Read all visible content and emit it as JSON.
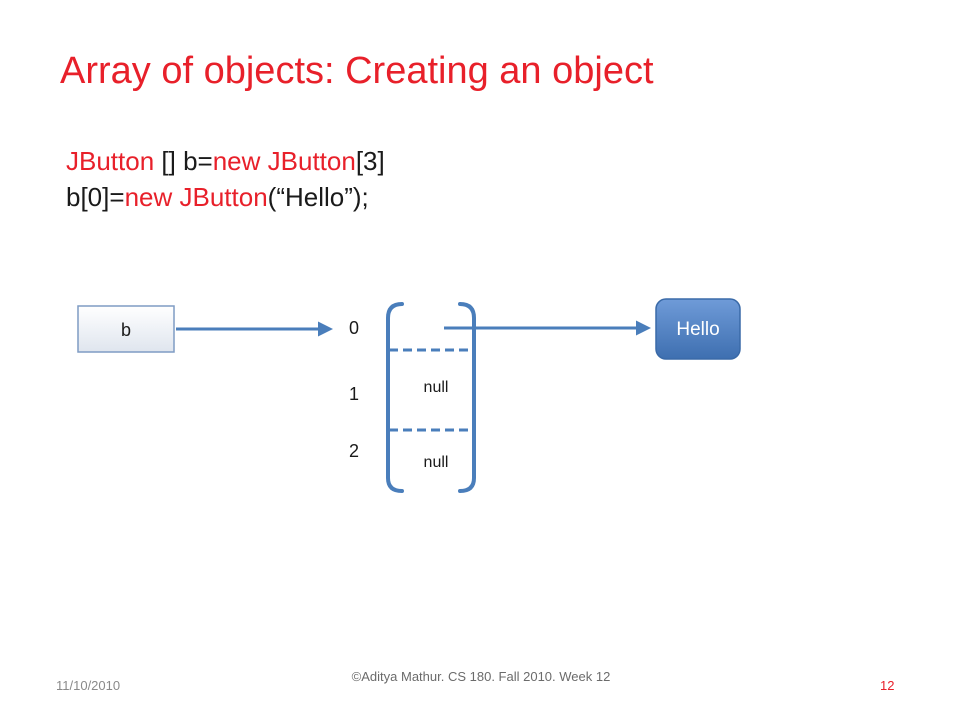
{
  "slide": {
    "title": "Array of objects: Creating an object",
    "code": {
      "line1": [
        {
          "text": "JButton",
          "kw": true
        },
        {
          "text": " [] b=",
          "kw": false
        },
        {
          "text": "new",
          "kw": true
        },
        {
          "text": " ",
          "kw": false
        },
        {
          "text": "JButton",
          "kw": true
        },
        {
          "text": "[3]",
          "kw": false
        }
      ],
      "line2": [
        {
          "text": "b[0]=",
          "kw": false
        },
        {
          "text": "new",
          "kw": true
        },
        {
          "text": " ",
          "kw": false
        },
        {
          "text": "JButton",
          "kw": true
        },
        {
          "text": "(“Hello”);",
          "kw": false
        }
      ]
    },
    "diagram": {
      "variable_label": "b",
      "indices": [
        "0",
        "1",
        "2"
      ],
      "cells": [
        "",
        "null",
        "null"
      ],
      "object_label": "Hello"
    },
    "footer": {
      "date": "11/10/2010",
      "credit": "©Aditya Mathur. CS 180. Fall 2010. Week 12",
      "page": "12"
    },
    "colors": {
      "title": "#e8202a",
      "keyword": "#e8202a",
      "arrow": "#4a7ebb",
      "object_fill": "#4f81bd"
    }
  }
}
